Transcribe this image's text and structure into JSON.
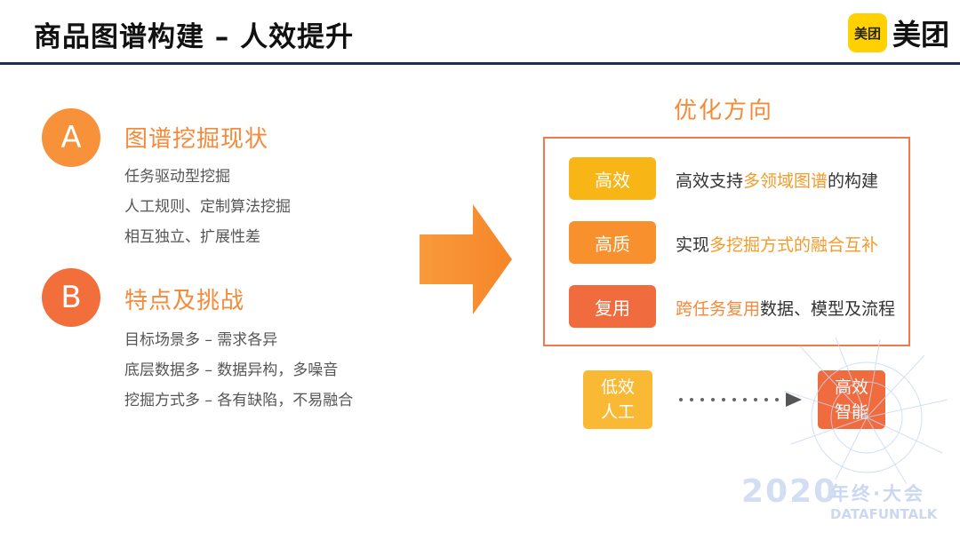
{
  "header": {
    "title": "商品图谱构建 – 人效提升",
    "logo_badge": "美团",
    "logo_text": "美团"
  },
  "left": {
    "section_a": {
      "letter": "A",
      "title": "图谱挖掘现状",
      "items": [
        "任务驱动型挖掘",
        "人工规则、定制算法挖掘",
        "相互独立、扩展性差"
      ]
    },
    "section_b": {
      "letter": "B",
      "title": "特点及挑战",
      "items": [
        "目标场景多 – 需求各异",
        "底层数据多 – 数据异构，多噪音",
        "挖掘方式多 – 各有缺陷，不易融合"
      ]
    }
  },
  "right": {
    "title": "优化方向",
    "rows": [
      {
        "pill": "高效",
        "desc_pre": "高效支持",
        "desc_hl": "多领域图谱",
        "desc_post": "的构建",
        "color": "#f8b516"
      },
      {
        "pill": "高质",
        "desc_pre": "实现",
        "desc_hl": "多挖掘方式的融合互补",
        "desc_post": "",
        "color": "#f7902d"
      },
      {
        "pill": "复用",
        "desc_pre": "",
        "desc_hl": "跨任务复用",
        "desc_post": "数据、模型及流程",
        "color": "#f06b3e"
      }
    ],
    "from_box": {
      "line1": "低效",
      "line2": "人工"
    },
    "to_box": {
      "line1": "高效",
      "line2": "智能"
    }
  },
  "watermark": {
    "year": "2020",
    "cn": "年终·大会",
    "en": "DATAFUNTALK"
  },
  "colors": {
    "accent_orange": "#f58a3a",
    "header_rule": "#1e2c5a",
    "logo_yellow": "#ffd100"
  }
}
